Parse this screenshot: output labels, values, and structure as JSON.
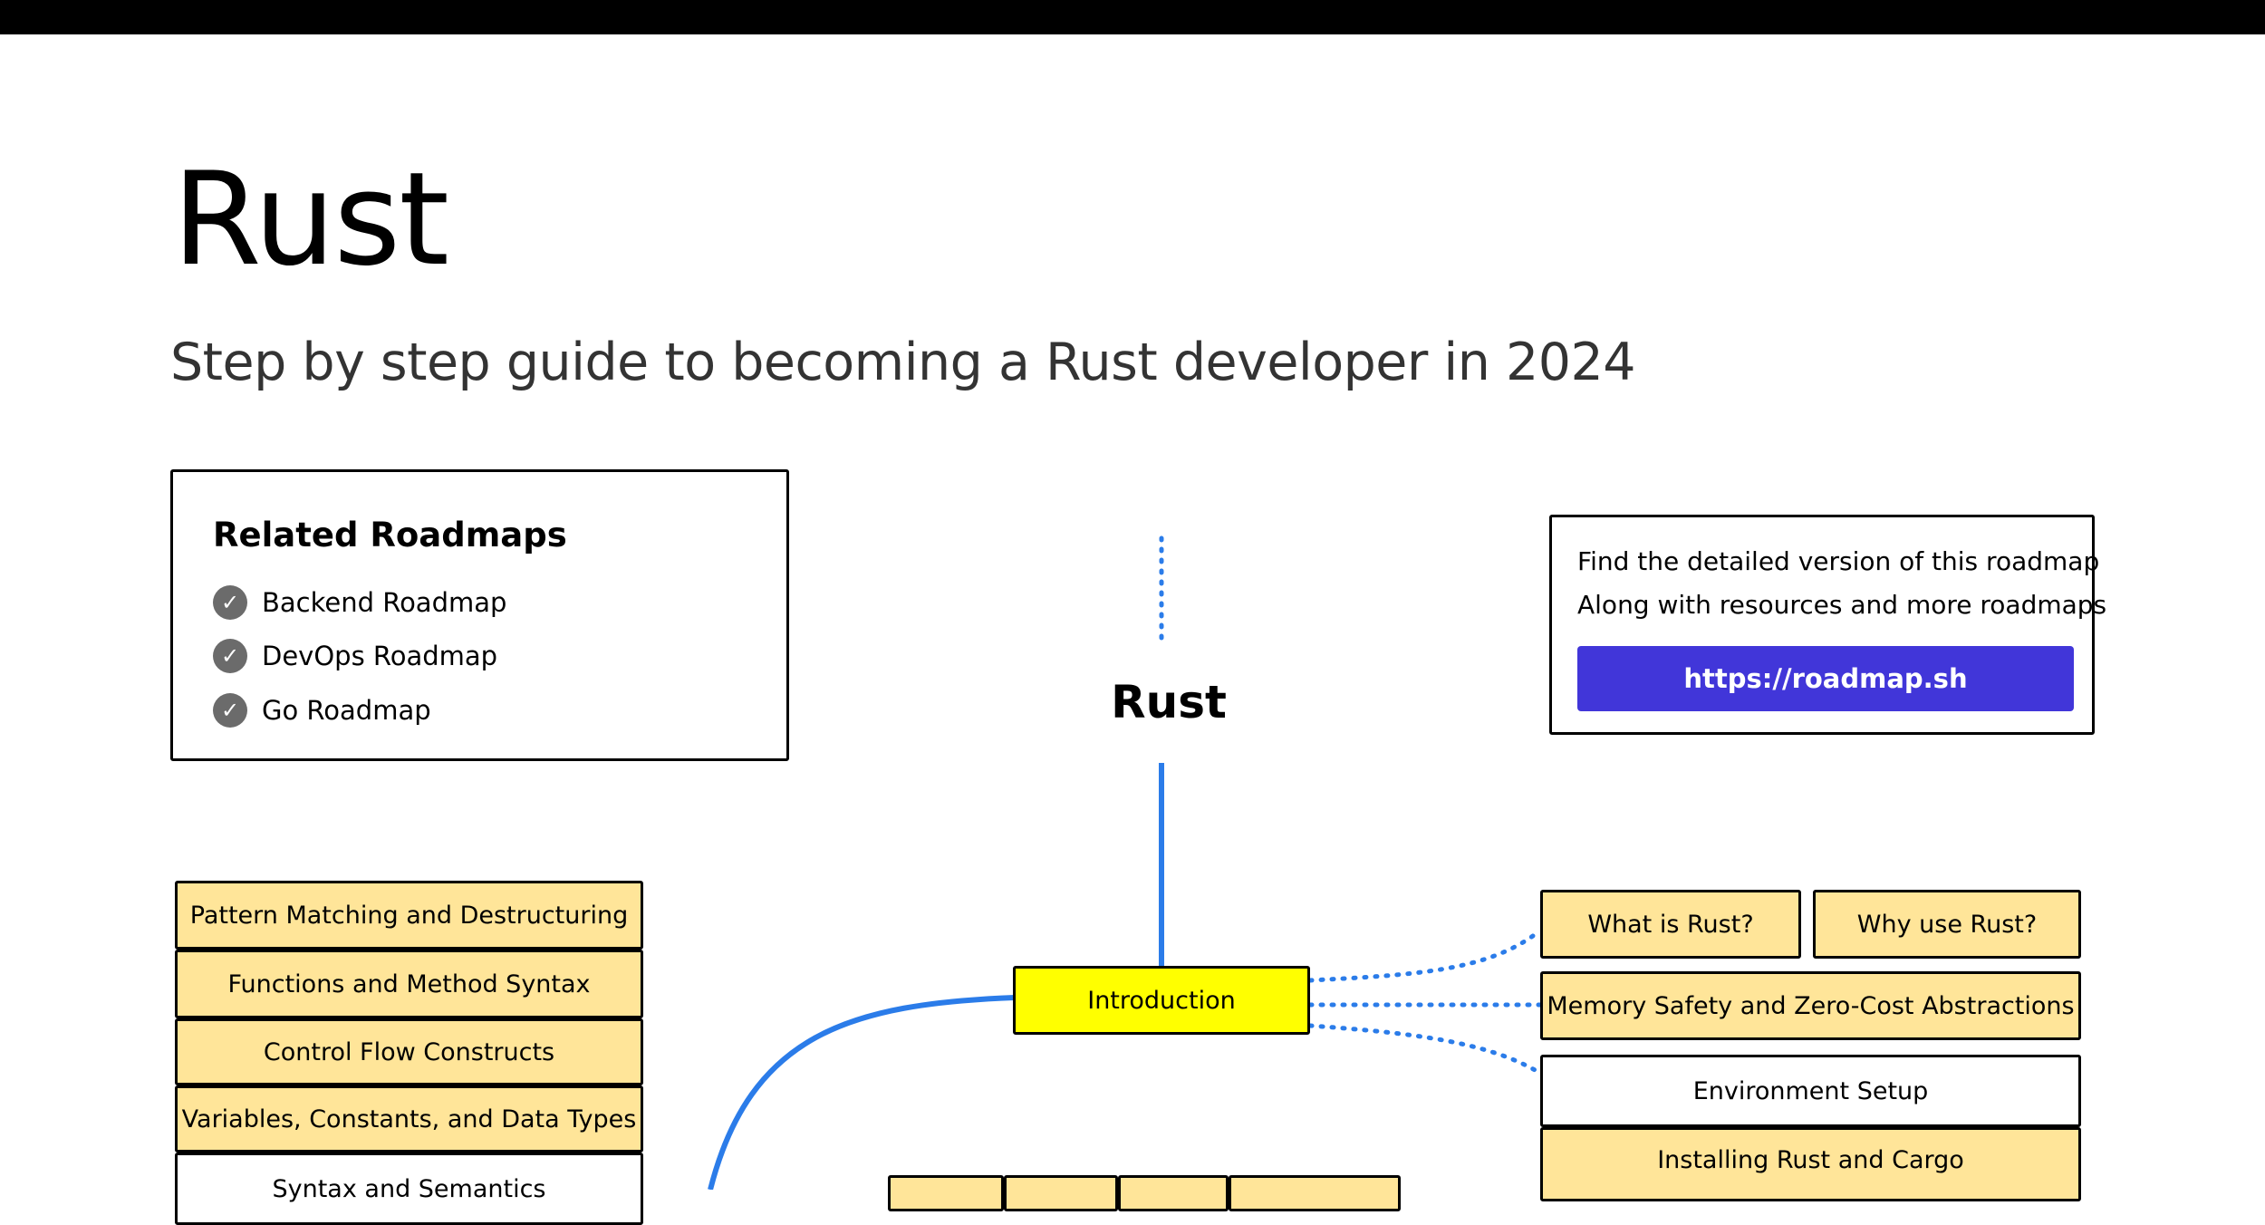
{
  "page": {
    "title": "Rust",
    "subtitle": "Step by step guide to becoming a Rust developer in 2024"
  },
  "related": {
    "heading": "Related Roadmaps",
    "items": [
      {
        "label": "Backend Roadmap",
        "icon": "check-circle-icon"
      },
      {
        "label": "DevOps Roadmap",
        "icon": "check-circle-icon"
      },
      {
        "label": "Go Roadmap",
        "icon": "check-circle-icon"
      }
    ]
  },
  "promo": {
    "line1": "Find the detailed version of this roadmap",
    "line2": "Along with resources and more roadmaps",
    "link": "https://roadmap.sh"
  },
  "roadmap": {
    "title": "Rust",
    "main_topic": "Introduction",
    "left_topics": [
      "Pattern Matching and Destructuring",
      "Functions and Method Syntax",
      "Control Flow Constructs",
      "Variables, Constants, and Data Types",
      "Syntax and Semantics"
    ],
    "right_topics": {
      "what": "What is Rust?",
      "why": "Why use Rust?",
      "memory": "Memory Safety and Zero-Cost Abstractions",
      "env": "Environment Setup",
      "install": "Installing Rust and Cargo"
    }
  },
  "colors": {
    "line": "#2b7ce9",
    "topic": "#ffe599",
    "main_topic": "#ffff00",
    "link_button": "#4136d9"
  }
}
